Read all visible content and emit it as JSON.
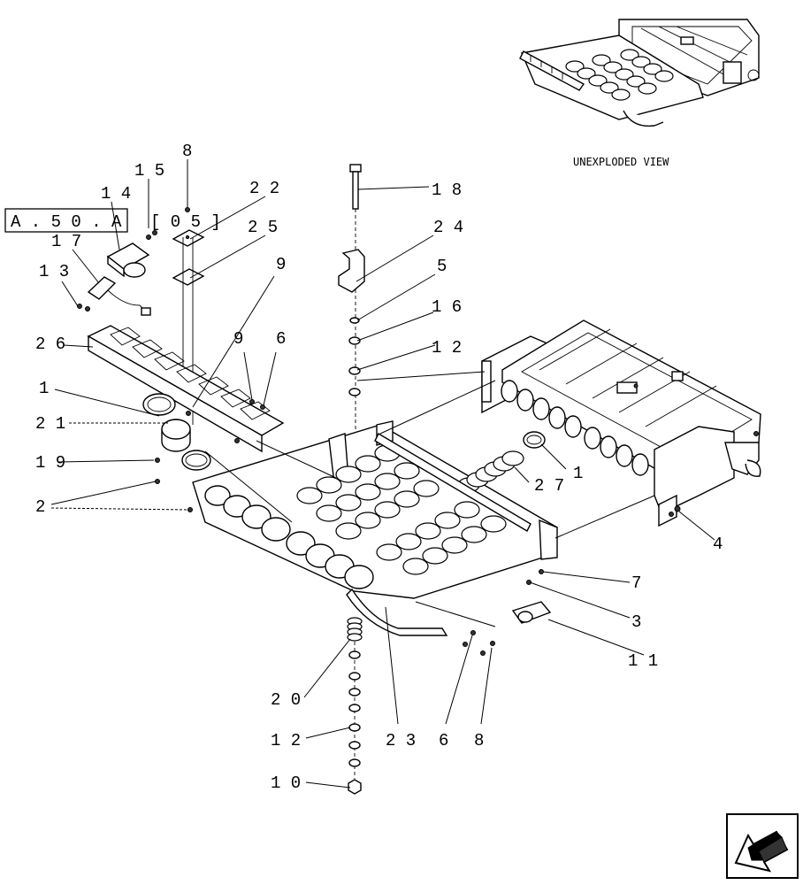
{
  "diagram": {
    "reference_box": "A . 5 0 . A",
    "reference_suffix": "[ 0 5 ]",
    "unexploded_caption": "UNEXPLODED VIEW",
    "callouts": [
      {
        "id": "c8a",
        "label": "8"
      },
      {
        "id": "c15",
        "label": "1 5"
      },
      {
        "id": "c22",
        "label": "2 2"
      },
      {
        "id": "c14",
        "label": "1 4"
      },
      {
        "id": "c18",
        "label": "1 8"
      },
      {
        "id": "c17",
        "label": "1 7"
      },
      {
        "id": "c25",
        "label": "2 5"
      },
      {
        "id": "c24",
        "label": "2 4"
      },
      {
        "id": "c13",
        "label": "1 3"
      },
      {
        "id": "c9a",
        "label": "9"
      },
      {
        "id": "c5",
        "label": "5"
      },
      {
        "id": "c16",
        "label": "1 6"
      },
      {
        "id": "c26",
        "label": "2 6"
      },
      {
        "id": "c9b",
        "label": "9"
      },
      {
        "id": "c6a",
        "label": "6"
      },
      {
        "id": "c12a",
        "label": "1 2"
      },
      {
        "id": "c1a",
        "label": "1"
      },
      {
        "id": "c21",
        "label": "2 1"
      },
      {
        "id": "c19",
        "label": "1 9"
      },
      {
        "id": "c2",
        "label": "2"
      },
      {
        "id": "c1b",
        "label": "1"
      },
      {
        "id": "c27",
        "label": "2 7"
      },
      {
        "id": "c4",
        "label": "4"
      },
      {
        "id": "c7",
        "label": "7"
      },
      {
        "id": "c3",
        "label": "3"
      },
      {
        "id": "c11",
        "label": "1 1"
      },
      {
        "id": "c20",
        "label": "2 0"
      },
      {
        "id": "c12b",
        "label": "1 2"
      },
      {
        "id": "c23",
        "label": "2 3"
      },
      {
        "id": "c6b",
        "label": "6"
      },
      {
        "id": "c8b",
        "label": "8"
      },
      {
        "id": "c10",
        "label": "1 0"
      }
    ]
  },
  "nav": {
    "icon": "arrow-navigation-icon"
  }
}
